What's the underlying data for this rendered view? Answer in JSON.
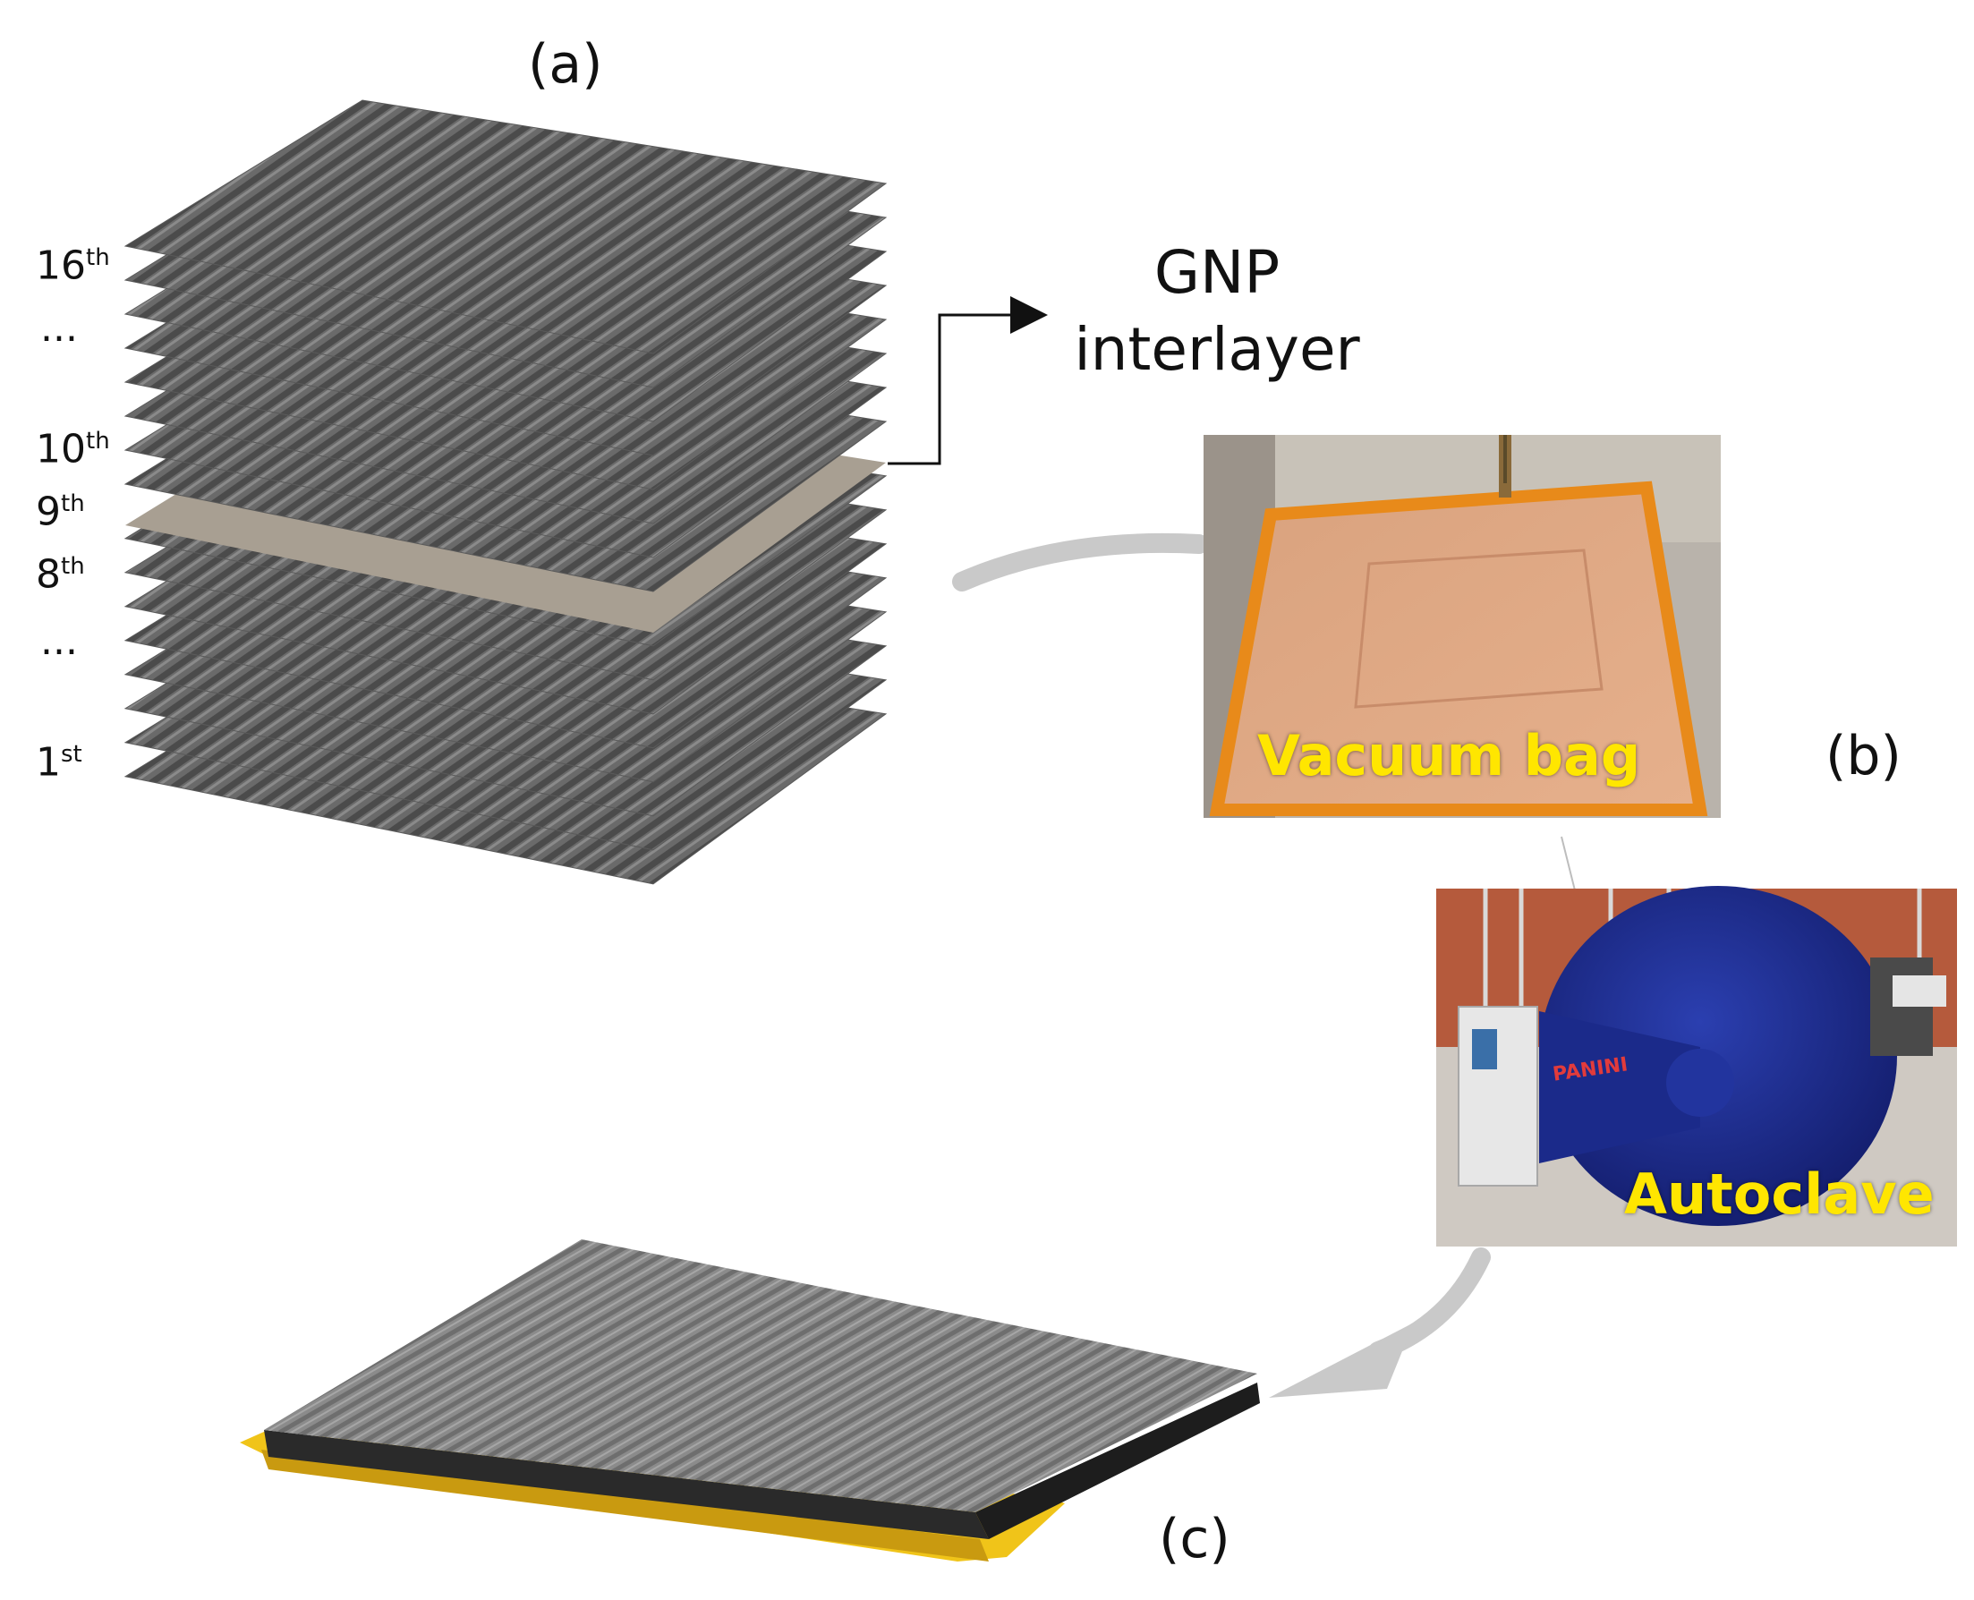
{
  "panels": {
    "a": "(a)",
    "b": "(b)",
    "c": "(c)"
  },
  "ply_labels": [
    {
      "num": "16",
      "sup": "th"
    },
    {
      "num": "...",
      "sup": ""
    },
    {
      "num": "10",
      "sup": "th"
    },
    {
      "num": "9",
      "sup": "th"
    },
    {
      "num": "8",
      "sup": "th"
    },
    {
      "num": "...",
      "sup": ""
    },
    {
      "num": "1",
      "sup": "st"
    }
  ],
  "gnp": {
    "line1": "GNP",
    "line2": "interlayer"
  },
  "photos": {
    "vacuum_bag": "Vacuum bag",
    "autoclave": "Autoclave",
    "autoclave_brand": "PANINI"
  },
  "colors": {
    "ply": "#6f6f6f",
    "interlayer": "#a89f92",
    "tape": "#f0c419",
    "caption": "#ffe600",
    "connector": "#c9c9c9"
  }
}
